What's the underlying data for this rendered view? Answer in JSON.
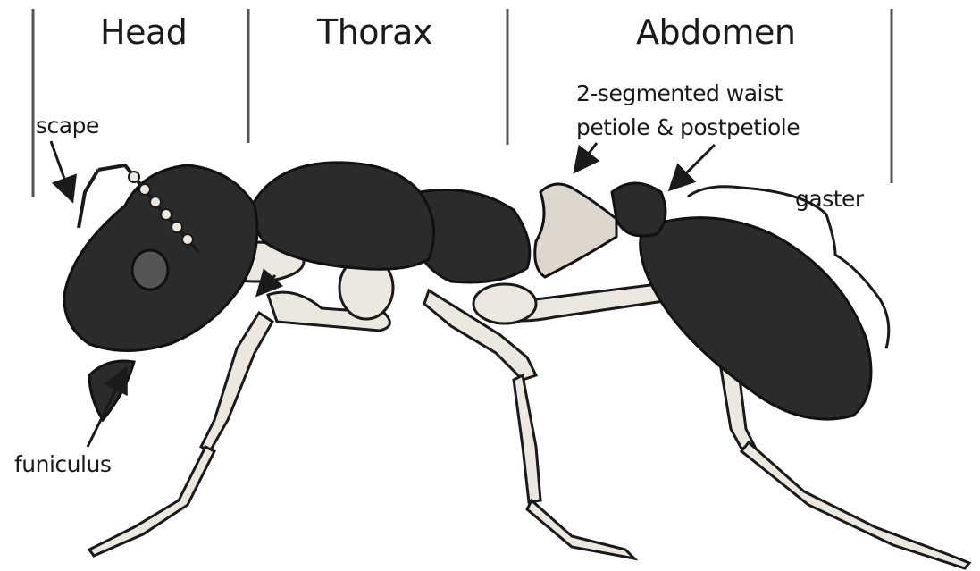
{
  "sections": {
    "head": "Head",
    "thorax": "Thorax",
    "abdomen": "Abdomen"
  },
  "labels": {
    "scape": "scape",
    "funiculus": "funiculus",
    "waist_line1": "2-segmented  waist",
    "waist_line2": "petiole & postpetiole",
    "gaster": "gaster"
  },
  "colors": {
    "ink": "#1a1a1a",
    "body_dark": "#2b2b2b",
    "leg_light": "#e9e4dc",
    "background": "#ffffff"
  }
}
